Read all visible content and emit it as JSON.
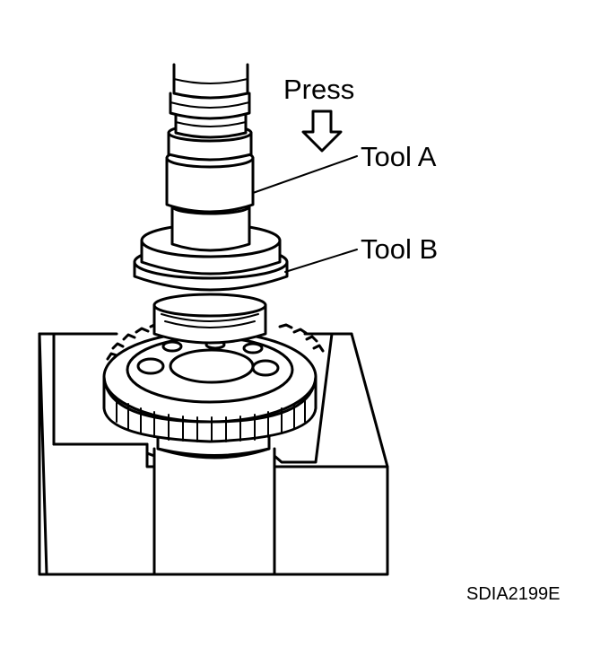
{
  "labels": {
    "press": "Press",
    "tool_a": "Tool A",
    "tool_b": "Tool B",
    "figure_code": "SDIA2199E"
  },
  "colors": {
    "line": "#000000",
    "background": "#ffffff"
  }
}
